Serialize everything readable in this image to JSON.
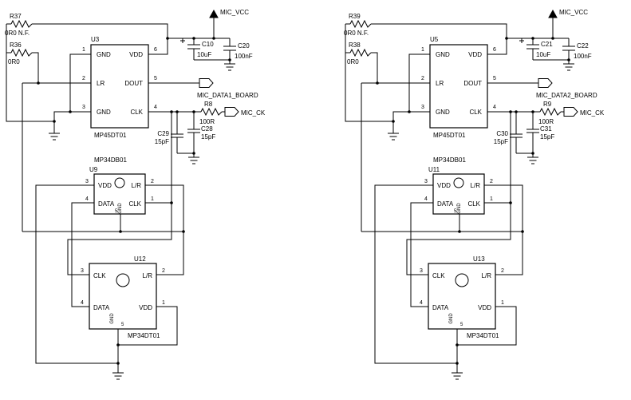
{
  "colors": {
    "line": "#000000",
    "background": "#ffffff"
  },
  "nets": {
    "vcc": "MIC_VCC",
    "clk_port": "MIC_CK"
  },
  "parts": {
    "mp45": {
      "name": "MP45DT01",
      "p1": {
        "num": "1",
        "label": "GND"
      },
      "p6": {
        "num": "6",
        "label": "VDD"
      },
      "p2": {
        "num": "2",
        "label": "LR"
      },
      "p5": {
        "num": "5",
        "label": "DOUT"
      },
      "p3": {
        "num": "3",
        "label": "GND"
      },
      "p4": {
        "num": "4",
        "label": "CLK"
      }
    },
    "mp34db": {
      "name": "MP34DB01",
      "p3": {
        "num": "3",
        "label": "VDD"
      },
      "p2": {
        "num": "2",
        "label": "L/R"
      },
      "p4": {
        "num": "4",
        "label": "DATA"
      },
      "p1": {
        "num": "1",
        "label": "CLK"
      },
      "p5": {
        "num": "5",
        "label": "GND"
      }
    },
    "mp34dt": {
      "name": "MP34DT01",
      "p3": {
        "num": "3",
        "label": "CLK"
      },
      "p2": {
        "num": "2",
        "label": "L/R"
      },
      "p4": {
        "num": "4",
        "label": "DATA"
      },
      "p1": {
        "num": "1",
        "label": "VDD"
      },
      "p5": {
        "num": "5",
        "label": "GND"
      }
    }
  },
  "left": {
    "r_nf": {
      "ref": "R37",
      "value": "0R0 N.F."
    },
    "r_sel": {
      "ref": "R36",
      "value": "0R0"
    },
    "u_main": "U3",
    "c_bulk": {
      "ref": "C10",
      "value": "10uF"
    },
    "c_byp": {
      "ref": "C20",
      "value": "100nF"
    },
    "data_port": "MIC_DATA1_BOARD",
    "r_series": {
      "ref": "R8",
      "value": "100R"
    },
    "c_a": {
      "ref": "C29",
      "value": "15pF"
    },
    "c_b": {
      "ref": "C28",
      "value": "15pF"
    },
    "u_db": "U9",
    "u_dt": "U12"
  },
  "right": {
    "r_nf": {
      "ref": "R39",
      "value": "0R0 N.F."
    },
    "r_sel": {
      "ref": "R38",
      "value": "0R0"
    },
    "u_main": "U5",
    "c_bulk": {
      "ref": "C21",
      "value": "10uF"
    },
    "c_byp": {
      "ref": "C22",
      "value": "100nF"
    },
    "data_port": "MIC_DATA2_BOARD",
    "r_series": {
      "ref": "R9",
      "value": "100R"
    },
    "c_a": {
      "ref": "C30",
      "value": "15pF"
    },
    "c_b": {
      "ref": "C31",
      "value": "15pF"
    },
    "u_db": "U11",
    "u_dt": "U13"
  }
}
